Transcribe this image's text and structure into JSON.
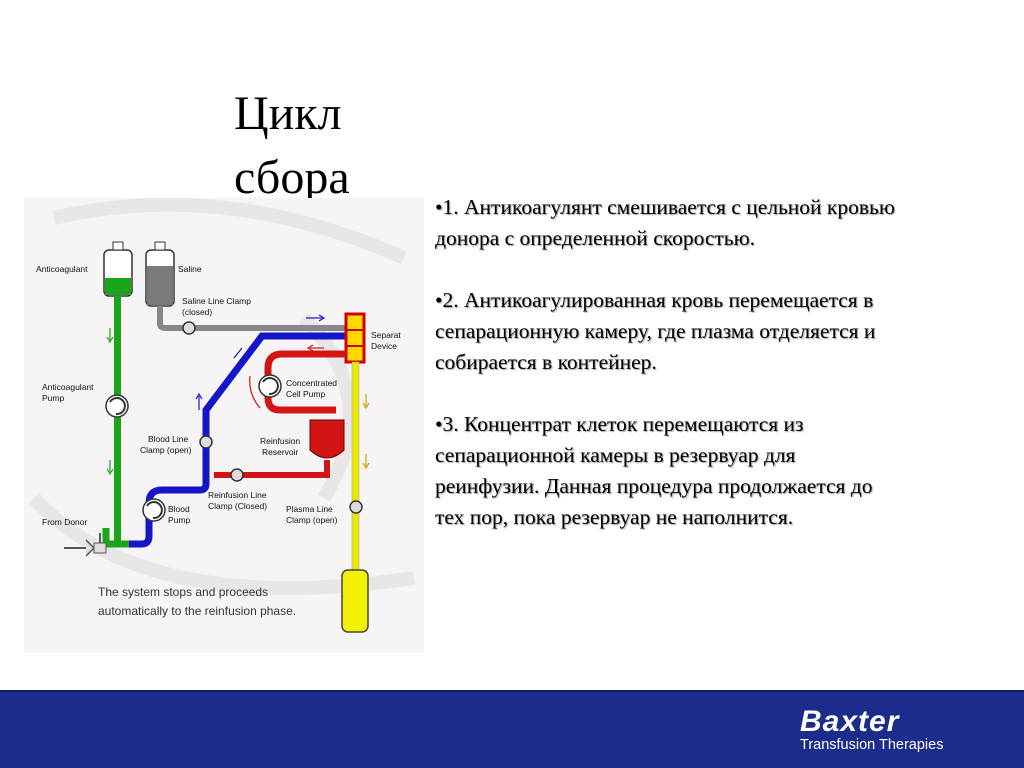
{
  "slide": {
    "title": "Цикл\nсбора",
    "bullets": [
      "•1. Антикоагулянт смешивается с цельной кровью донора с определенной скоростью.",
      "•2. Антикоагулированная кровь перемещается в сепарационную камеру, где плазма отделяется и собирается в контейнер.",
      "•3. Концентрат клеток перемещаются из сепарационной камеры в резервуар для реинфузии. Данная процедура продолжается до тех пор, пока резервуар не наполнится."
    ]
  },
  "diagram": {
    "labels": {
      "anticoagulant": "Anticoagulant",
      "saline": "Saline",
      "saline_clamp_1": "Saline Line Clamp",
      "saline_clamp_2": "(closed)",
      "separator_1": "Separat",
      "separator_2": "Device",
      "conc_pump_1": "Concentrated",
      "conc_pump_2": "Cell Pump",
      "anticoag_pump_1": "Anticoagulant",
      "anticoag_pump_2": "Pump",
      "blood_clamp_1": "Blood Line",
      "blood_clamp_2": "Clamp (open)",
      "reinf_reservoir_1": "Reinfusion",
      "reinf_reservoir_2": "Reservoir",
      "reinf_clamp_1": "Reinfusion Line",
      "reinf_clamp_2": "Clamp (Closed)",
      "plasma_clamp_1": "Plasma Line",
      "plasma_clamp_2": "Clamp (open)",
      "blood_pump_1": "Blood",
      "blood_pump_2": "Pump",
      "from_donor": "From Donor",
      "caption_1": "The system stops and proceeds",
      "caption_2": "automatically to the reinfusion phase."
    },
    "colors": {
      "anticoagulant_line": "#1aa51a",
      "blood_line": "#1414c8",
      "red_line": "#d21414",
      "plasma_line": "#e8e800",
      "saline_fill": "#7a7a7a",
      "anticoagulant_fill": "#1aa51a",
      "plasma_bag": "#f2f200",
      "reservoir": "#d21414"
    }
  },
  "footer": {
    "brand": "Baxter",
    "subtitle": "Transfusion Therapies",
    "background": "#1b2c8c"
  }
}
